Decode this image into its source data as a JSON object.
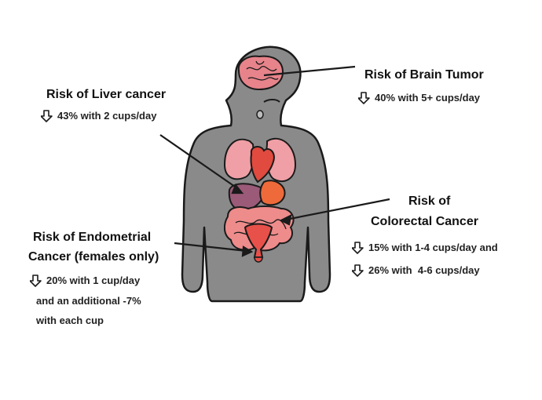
{
  "colors": {
    "body": "#8a8a8a",
    "outline": "#1a1a1a",
    "brain": "#e7838a",
    "lungs": "#ef9fa5",
    "heart": "#e04a3f",
    "liver": "#9a5a78",
    "stomach": "#ee6a3a",
    "intestine": "#ee8b8b",
    "uterus": "#e8504a"
  },
  "labels": {
    "brain": {
      "title": "Risk of Brain Tumor",
      "stat": "40% with 5+ cups/day"
    },
    "liver": {
      "title": "Risk of Liver cancer",
      "stat": "43% with 2 cups/day"
    },
    "colorectal": {
      "title_line1": "Risk of",
      "title_line2": "Colorectal Cancer",
      "stat1": "15% with 1-4 cups/day and",
      "stat2": "26% with  4-6 cups/day"
    },
    "endometrial": {
      "title_line1": "Risk of Endometrial",
      "title_line2": "Cancer (females only)",
      "stat_line1": "20% with 1 cup/day",
      "stat_line2": "and an additional -7%",
      "stat_line3": "with each cup"
    }
  },
  "icons": {
    "decrease": "down-arrow-icon"
  }
}
